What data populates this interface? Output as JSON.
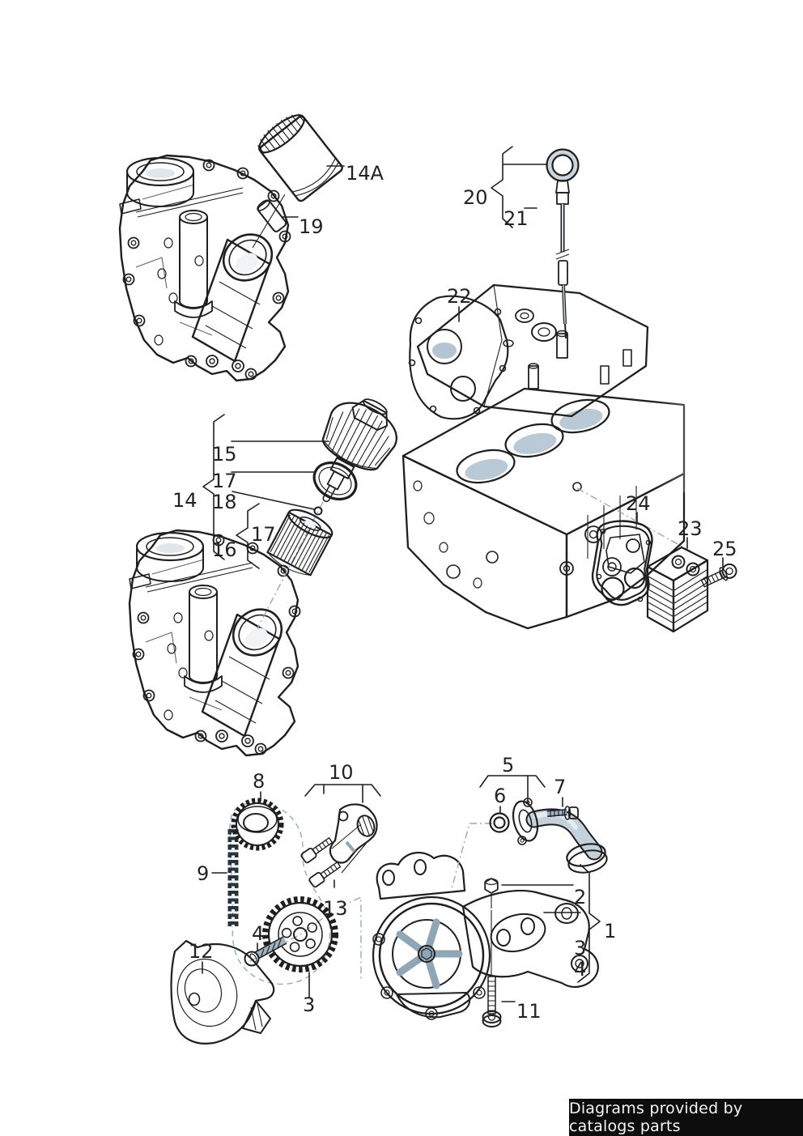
{
  "diagram": {
    "callouts": {
      "oil_filter_cartridge": "14A",
      "sealing_plug": "19",
      "dipstick_assembly": "20",
      "dipstick_seal": "21",
      "cylinder_head_cover": "22",
      "filter_housing_group": "14",
      "filter_cap": "15",
      "cap_oring": "17",
      "small_seal": "18",
      "element_oring": "17",
      "filter_element": "16",
      "cooler_gasket": "24",
      "oil_cooler": "23",
      "cooler_screw": "25",
      "drive_sprocket": "8",
      "drive_chain": "9",
      "chain_tensioner": "10",
      "pump_stud": "13",
      "sprocket_screw": "4",
      "pump_sprocket": "3",
      "chain_cover": "12",
      "suction_pipe": "5",
      "suction_oring": "6",
      "suction_bolt": "7",
      "cap_nut": "2",
      "oil_pump_group": "1",
      "pump_item3": "3",
      "pump_item4": "4",
      "pump_bolt": "11"
    },
    "footer": {
      "text": "Diagrams provided by catalogs parts"
    },
    "colors": {
      "line": "#1f1f1f",
      "label": "#232323",
      "axis": "#93aabe",
      "paper": "#ffffff",
      "part_fill_light": "#e8eef2",
      "part_fill_mid": "#cdd9e1",
      "part_fill_dark": "#a9bcc9",
      "part_fill_deep": "#7d94a5",
      "footer_bg": "#0d0d0d",
      "footer_fg": "#f5f5f5"
    }
  }
}
